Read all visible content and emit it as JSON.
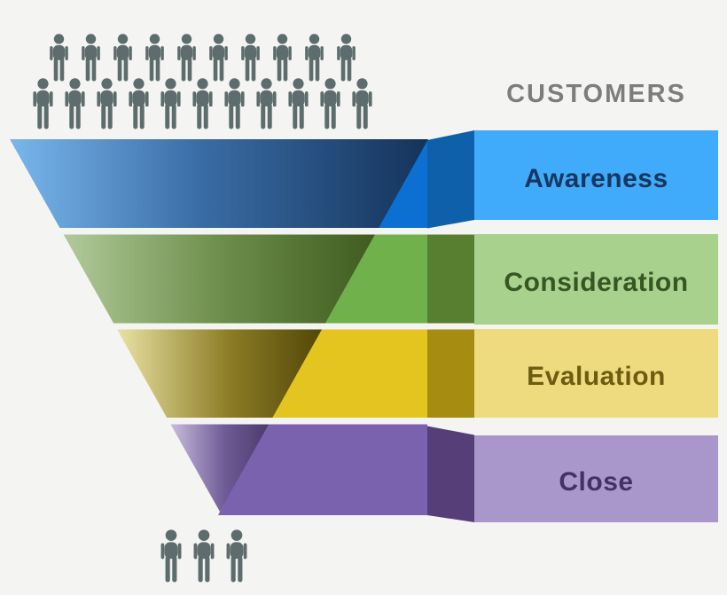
{
  "heading": {
    "customers_label": "CUSTOMERS",
    "color": "#7d7d7d"
  },
  "stages": [
    {
      "label": "Awareness",
      "bar_color": "#41abfb",
      "text_color": "#17375e",
      "arm_color": "#0b70d1",
      "fold_color": "#0e60aa",
      "gradient": [
        "#79b7eb",
        "#3a6da6",
        "#14335a"
      ]
    },
    {
      "label": "Consideration",
      "bar_color": "#a9d18e",
      "text_color": "#375623",
      "arm_color": "#71b14c",
      "fold_color": "#587f2f",
      "gradient": [
        "#b2ca9b",
        "#6d8f4c",
        "#3f5c1e"
      ]
    },
    {
      "label": "Evaluation",
      "bar_color": "#eedb80",
      "text_color": "#6e5c10",
      "arm_color": "#e4c41f",
      "fold_color": "#a78c12",
      "gradient": [
        "#e9e2a4",
        "#8c7c25",
        "#534708"
      ]
    },
    {
      "label": "Close",
      "bar_color": "#a996cb",
      "text_color": "#433263",
      "arm_color": "#7b62ae",
      "fold_color": "#563e79",
      "gradient": [
        "#c8bcdd",
        "#6f5b96",
        "#4c3b6d"
      ]
    }
  ],
  "audience": {
    "top_row_1_count": 10,
    "top_row_2_count": 11,
    "bottom_count": 3,
    "person_color": "#5d6c6c"
  },
  "canvas": {
    "background_color": "#f4f4f3"
  }
}
